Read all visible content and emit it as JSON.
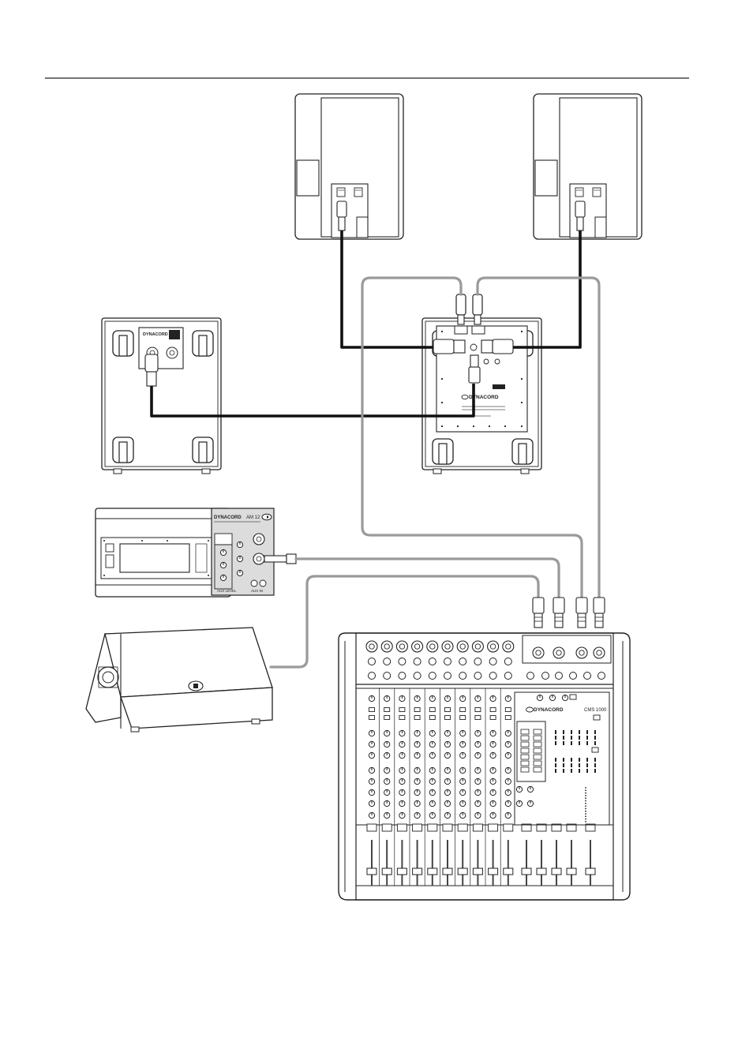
{
  "brand": {
    "logo_text": "DYNACORD",
    "amp_model": "AM 12",
    "mixer_model": "CMS 1000"
  },
  "amp_labels": {
    "aux_level": "AUX LEVEL",
    "aux_in": "AUX IN"
  },
  "colors": {
    "line": "#222222",
    "speaker_cable": "#111111",
    "signal_cable": "#9a9a9a",
    "panel_fill": "#dcdcdc",
    "background": "#ffffff"
  }
}
